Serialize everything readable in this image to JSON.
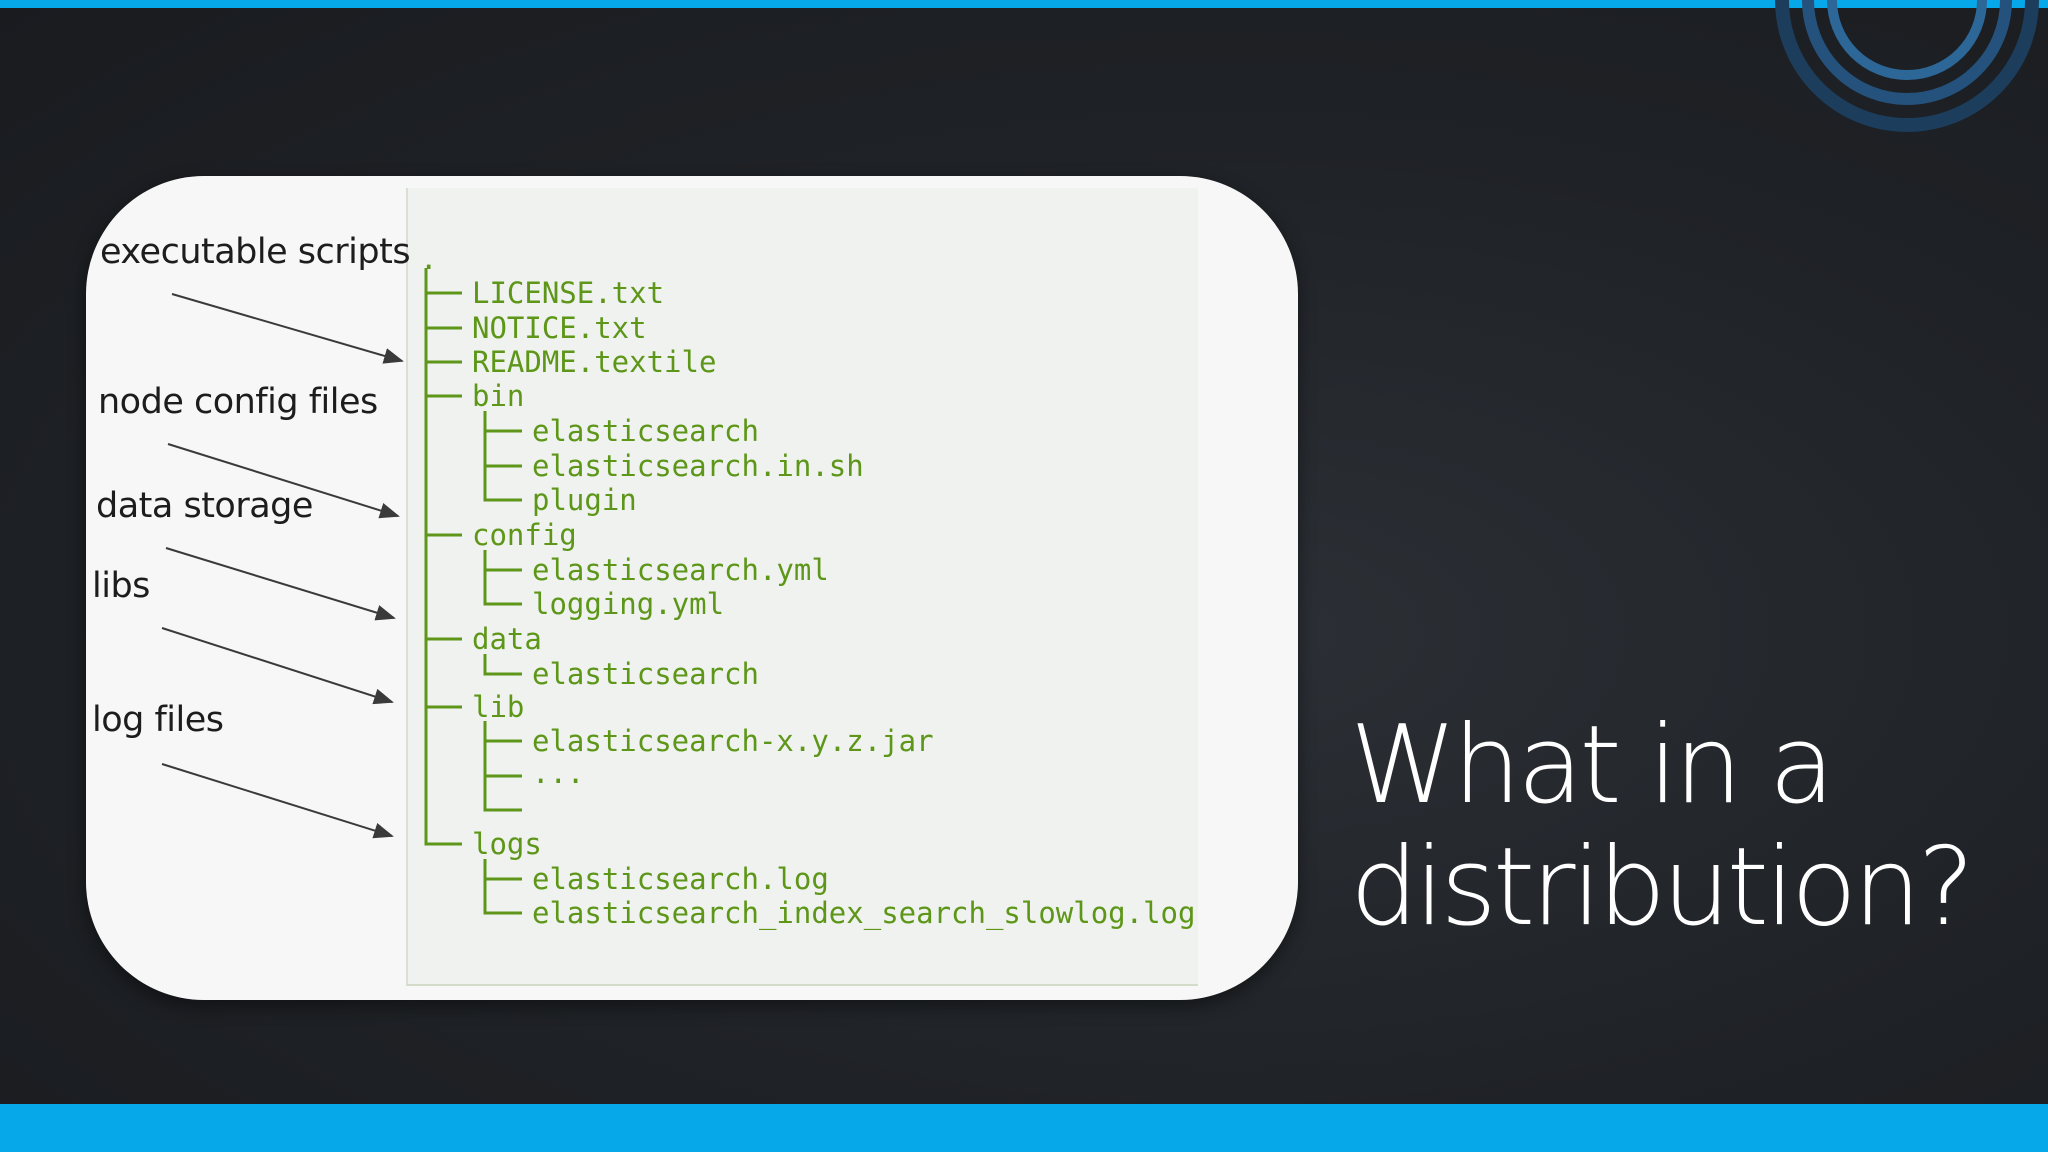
{
  "slide": {
    "title_line1": "What in a",
    "title_line2": "distribution?",
    "accent_color": "#07a8ea",
    "background_color": "#1f2226"
  },
  "labels": [
    {
      "text": "executable scripts"
    },
    {
      "text": "node config files"
    },
    {
      "text": "data storage"
    },
    {
      "text": "libs"
    },
    {
      "text": "log files"
    }
  ],
  "tree": {
    "root": ".",
    "text_color": "#5d9618",
    "entries": [
      {
        "name": "LICENSE.txt",
        "depth": 1
      },
      {
        "name": "NOTICE.txt",
        "depth": 1
      },
      {
        "name": "README.textile",
        "depth": 1
      },
      {
        "name": "bin",
        "depth": 1
      },
      {
        "name": "elasticsearch",
        "depth": 2
      },
      {
        "name": "elasticsearch.in.sh",
        "depth": 2
      },
      {
        "name": "plugin",
        "depth": 2
      },
      {
        "name": "config",
        "depth": 1
      },
      {
        "name": "elasticsearch.yml",
        "depth": 2
      },
      {
        "name": "logging.yml",
        "depth": 2
      },
      {
        "name": "data",
        "depth": 1
      },
      {
        "name": "elasticsearch",
        "depth": 2
      },
      {
        "name": "lib",
        "depth": 1
      },
      {
        "name": "elasticsearch-x.y.z.jar",
        "depth": 2
      },
      {
        "name": "...",
        "depth": 2
      },
      {
        "name": "",
        "depth": 2
      },
      {
        "name": "logs",
        "depth": 1
      },
      {
        "name": "elasticsearch.log",
        "depth": 2
      },
      {
        "name": "elasticsearch_index_search_slowlog.log",
        "depth": 2
      }
    ]
  }
}
